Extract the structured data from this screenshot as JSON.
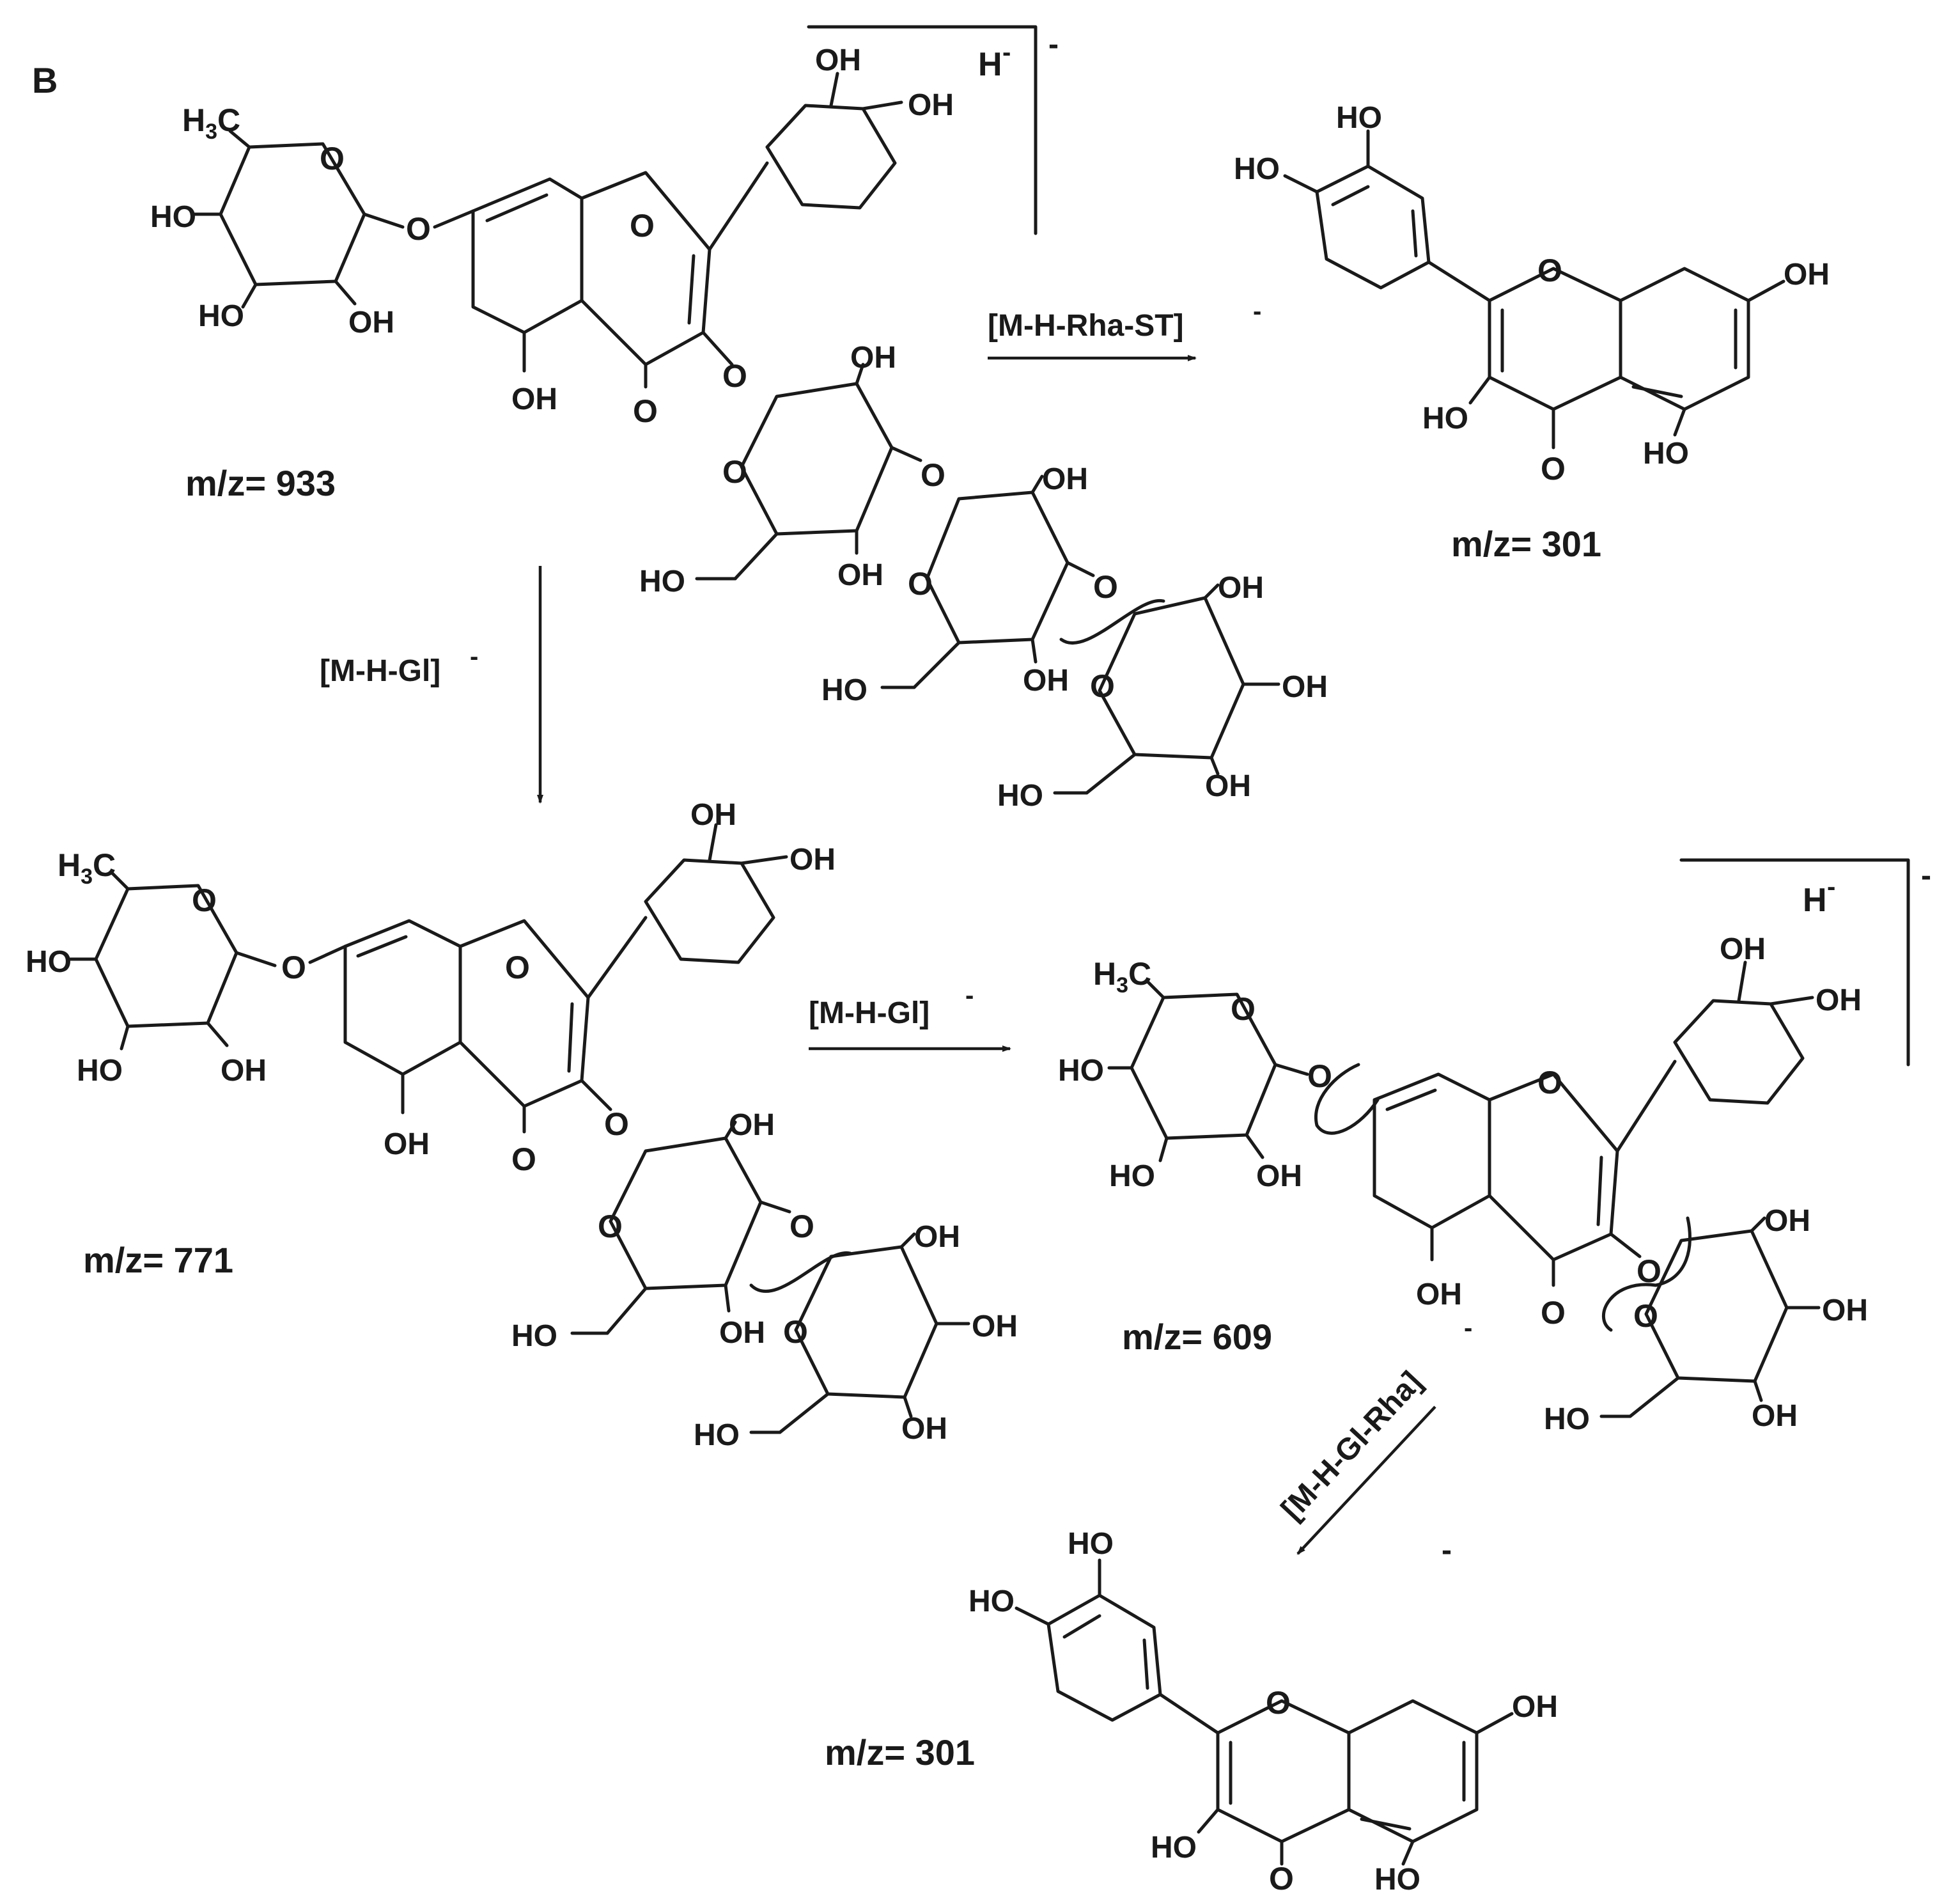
{
  "panel_label": "B",
  "charges": {
    "h_minus": "H",
    "minus": "-"
  },
  "structures": [
    {
      "id": "precursor-933",
      "mz_label": "m/z= 933"
    },
    {
      "id": "aglycone-301-top",
      "mz_label": "m/z= 301"
    },
    {
      "id": "fragment-771",
      "mz_label": "m/z= 771"
    },
    {
      "id": "fragment-609",
      "mz_label": "m/z= 609"
    },
    {
      "id": "aglycone-301-bottom",
      "mz_label": "m/z= 301"
    }
  ],
  "transitions": [
    {
      "from": "precursor-933",
      "to": "aglycone-301-top",
      "label": "[M-H-Rha-ST]"
    },
    {
      "from": "precursor-933",
      "to": "fragment-771",
      "label": "[M-H-Gl]"
    },
    {
      "from": "fragment-771",
      "to": "fragment-609",
      "label": "[M-H-Gl]"
    },
    {
      "from": "fragment-609",
      "to": "aglycone-301-bottom",
      "label": "[M-H-Gl-Rha]"
    }
  ],
  "atom_labels": {
    "oh": "OH",
    "ho": "HO",
    "o": "O",
    "h3c": "H3C"
  }
}
